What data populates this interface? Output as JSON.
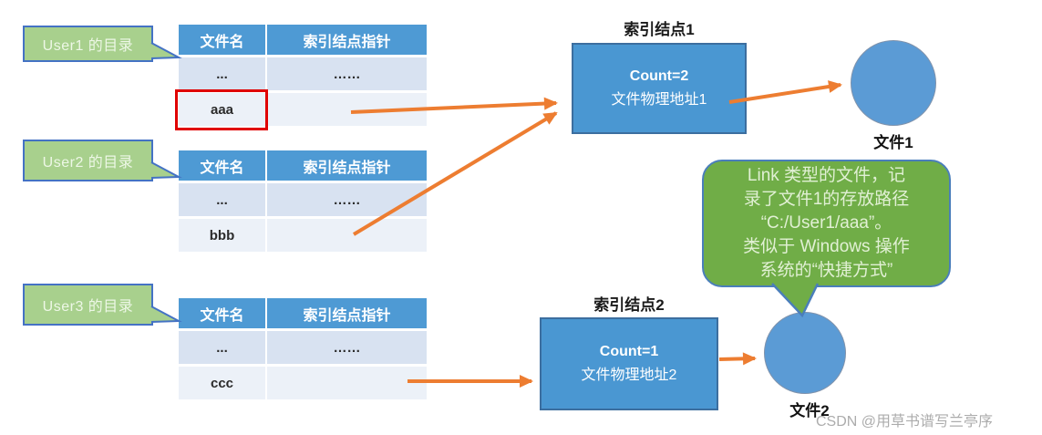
{
  "colors": {
    "table_header": "#4E9AD4",
    "row_alt1": "#D8E2F1",
    "row_alt2": "#ECF1F8",
    "label_green": "#A8D08D",
    "label_border_blue": "#4472C4",
    "inode_blue": "#4A97D2",
    "circle_blue": "#5B9BD5",
    "bubble_green": "#70AD47",
    "arrow_orange": "#ED7D31",
    "highlight_red": "#E00000"
  },
  "labels": {
    "user1": "User1 的目录",
    "user2": "User2 的目录",
    "user3": "User3 的目录"
  },
  "tables": [
    {
      "headers": [
        "文件名",
        "索引结点指针"
      ],
      "rows": [
        [
          "...",
          "……"
        ],
        [
          "aaa",
          ""
        ]
      ]
    },
    {
      "headers": [
        "文件名",
        "索引结点指针"
      ],
      "rows": [
        [
          "...",
          "……"
        ],
        [
          "bbb",
          ""
        ]
      ]
    },
    {
      "headers": [
        "文件名",
        "索引结点指针"
      ],
      "rows": [
        [
          "...",
          "……"
        ],
        [
          "ccc",
          ""
        ]
      ]
    }
  ],
  "inodes": [
    {
      "title": "索引结点1",
      "count": "Count=2",
      "addr": "文件物理地址1"
    },
    {
      "title": "索引结点2",
      "count": "Count=1",
      "addr": "文件物理地址2"
    }
  ],
  "files": [
    {
      "label": "文件1"
    },
    {
      "label": "文件2"
    }
  ],
  "bubble": {
    "lines": [
      "Link 类型的文件，记",
      "录了文件1的存放路径",
      "“C:/User1/aaa”。",
      "类似于 Windows 操作",
      "系统的“快捷方式”"
    ]
  },
  "watermark": "CSDN @用草书谱写兰亭序"
}
